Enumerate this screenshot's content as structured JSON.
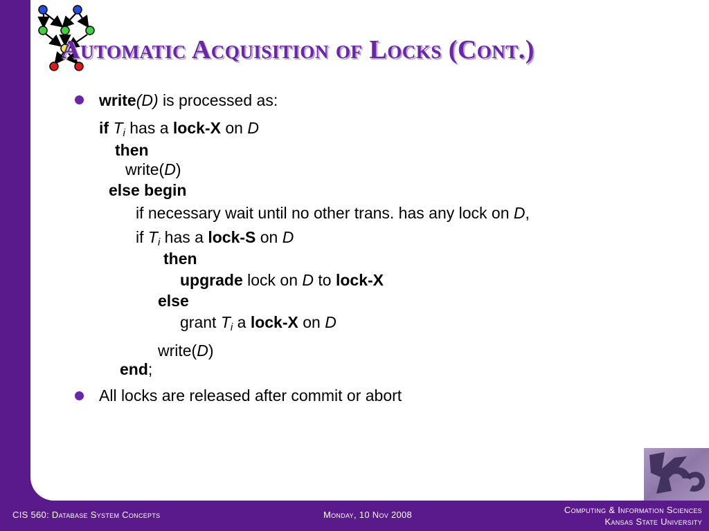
{
  "slide": {
    "title": "Automatic Acquisition of Locks (Cont.)",
    "bullet1": {
      "kw_write": "write",
      "arg_d": "(D)",
      "rest": " is processed as:"
    },
    "code": {
      "if": "if",
      "T": "T",
      "i": "i",
      "has_a": " has a ",
      "lock_x": "lock-X",
      "lock_s": "lock-S",
      "on": " on ",
      "D": "D",
      "then": "then",
      "write_open": "write(",
      "close_paren": ")",
      "else_begin": "else begin",
      "wait_line": "if necessary wait until no other trans. has any lock on ",
      "comma": ",",
      "if_plain": "if ",
      "upgrade": "upgrade",
      "lock_on": " lock on ",
      "to": " to ",
      "else": "else",
      "grant": "grant ",
      "a": " a ",
      "end": "end",
      "semicolon": ";"
    },
    "bullet2": "All locks are released after commit or abort"
  },
  "footer": {
    "course": "CIS 560: Database System Concepts",
    "date": "Monday, 10 Nov 2008",
    "dept_line1": "Computing & Information Sciences",
    "dept_line2": "Kansas State University"
  },
  "colors": {
    "accent": "#5b1a8c",
    "title": "#6a25a8",
    "node_blue": "#1e50e6",
    "node_green": "#3ed13e",
    "node_yellow": "#e8e84a",
    "node_red": "#e01818"
  },
  "icons": {
    "header_graphic": "lock-graph-icon",
    "university_logo": "powercat-logo"
  }
}
